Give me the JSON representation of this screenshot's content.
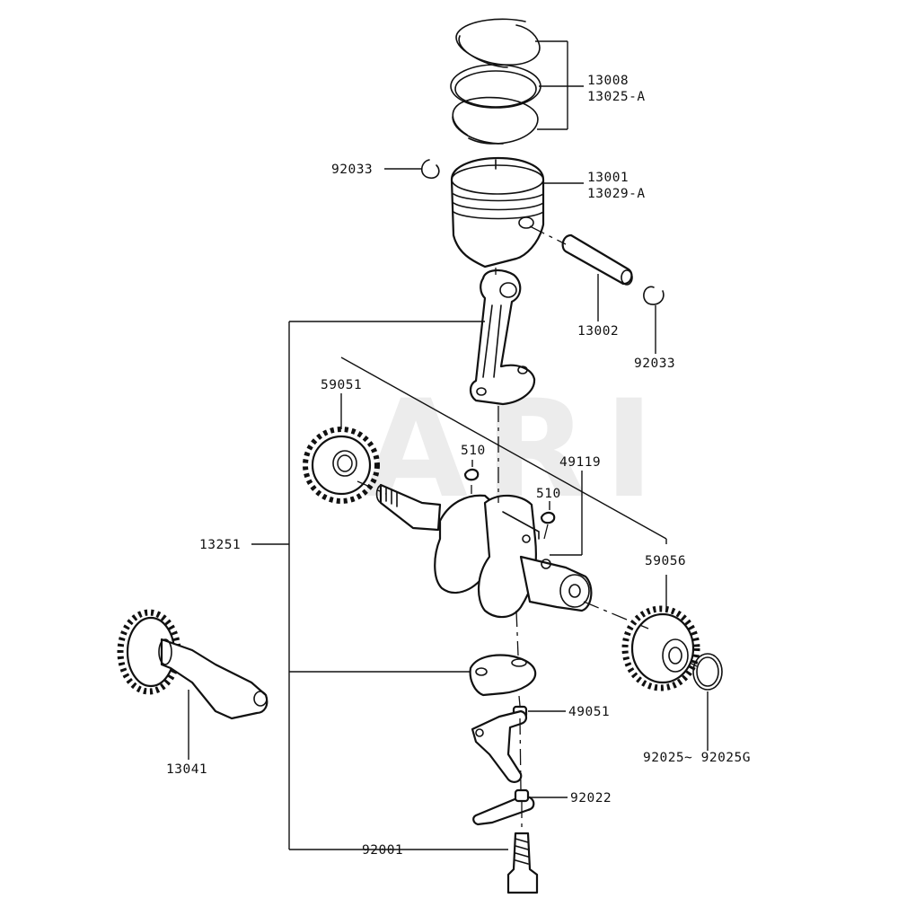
{
  "watermark": "ARI",
  "callouts": {
    "piston_rings": "13008",
    "piston_rings_alt": "13025-A",
    "piston_clip_left": "92033",
    "piston": "13001",
    "piston_alt": "13029-A",
    "piston_pin": "13002",
    "piston_clip_right": "92033",
    "crank_gear": "59051",
    "key_left": "510",
    "crankshaft": "49119",
    "key_right": "510",
    "connecting_rod_assy": "13251",
    "helical_gear": "59056",
    "balancer_shaft": "13041",
    "rod_bolt_washer": "49051",
    "shim_range": "92025∼ 92025G",
    "lock_plate": "92022",
    "rod_bolt": "92001"
  },
  "colors": {
    "line": "#111111",
    "watermark": "#ececec",
    "background": "#ffffff"
  }
}
